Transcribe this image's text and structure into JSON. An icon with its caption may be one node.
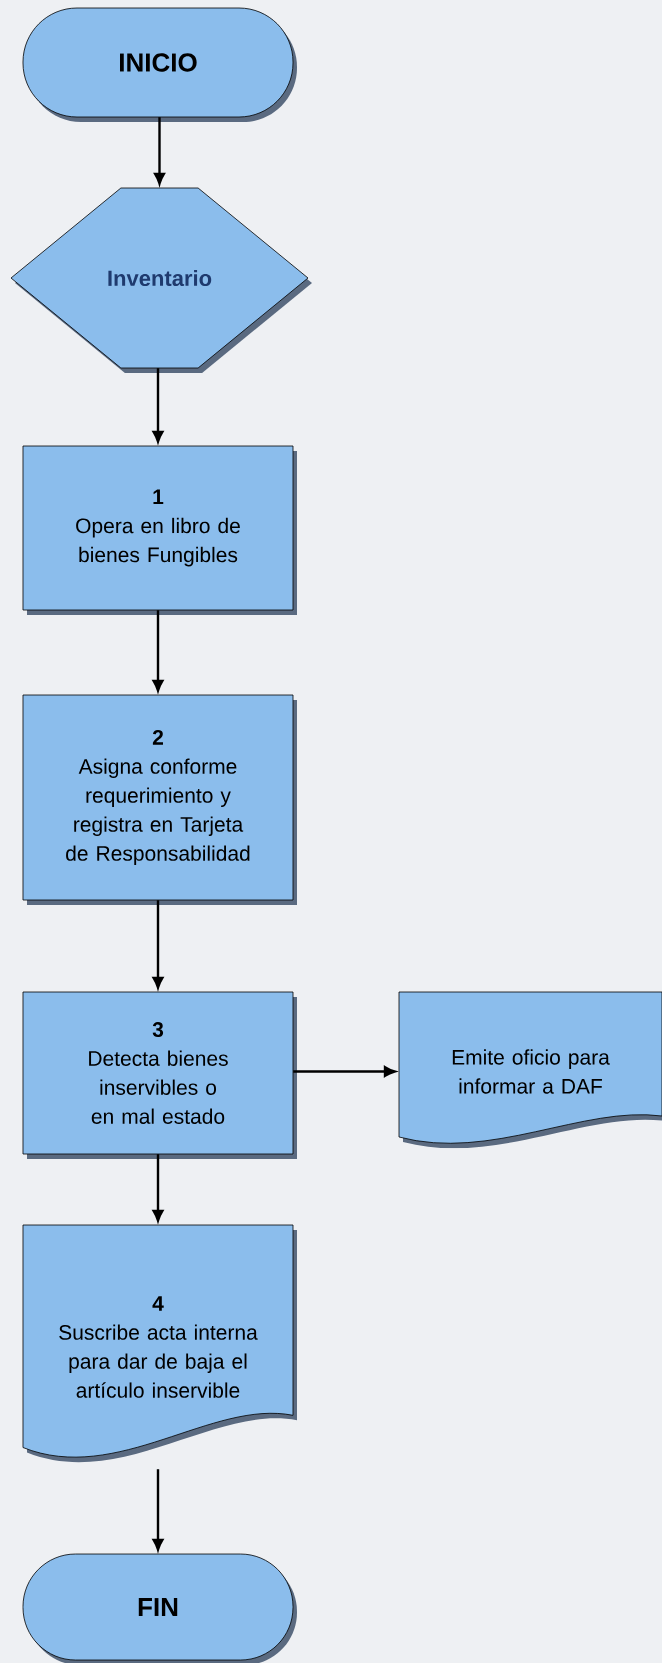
{
  "diagram": {
    "nodes": [
      {
        "text": [
          "INICIO"
        ]
      },
      {
        "text": [
          "Inventario"
        ]
      },
      {
        "text": [
          "1",
          "Opera en libro de bienes Fungibles"
        ]
      },
      {
        "text": [
          "2",
          "Asigna conforme requerimiento y registra en Tarjeta de Responsabilidad"
        ]
      },
      {
        "text": [
          "3",
          "Detecta bienes inservibles o en mal estado"
        ]
      },
      {
        "text": [
          "Emite oficio para informar a DAF"
        ]
      },
      {
        "text": [
          "4",
          "Suscribe acta interna para dar de baja el artículo inservible"
        ]
      },
      {
        "text": [
          "FIN"
        ]
      }
    ],
    "edges": [
      {
        "from": 0,
        "to": 1,
        "arrow": "to"
      },
      {
        "from": 1,
        "to": 2,
        "arrow": "to"
      },
      {
        "from": 2,
        "to": 3,
        "arrow": "to"
      },
      {
        "from": 3,
        "to": 4,
        "arrow": "to"
      },
      {
        "from": 4,
        "to": 5,
        "arrow": "to"
      },
      {
        "from": 4,
        "to": 6,
        "arrow": "to"
      },
      {
        "from": 6,
        "to": 7,
        "arrow": "to"
      }
    ]
  }
}
